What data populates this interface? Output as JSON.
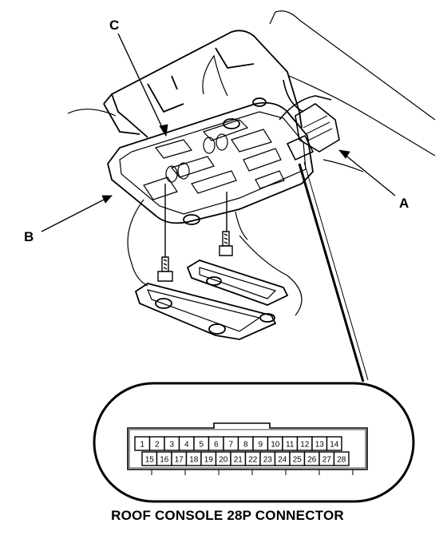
{
  "callouts": {
    "a": "A",
    "b": "B",
    "c": "C"
  },
  "connector": {
    "caption": "ROOF CONSOLE 28P CONNECTOR",
    "top_row": [
      "1",
      "2",
      "3",
      "4",
      "5",
      "6",
      "7",
      "8",
      "9",
      "10",
      "11",
      "12",
      "13",
      "14"
    ],
    "bottom_row": [
      "15",
      "16",
      "17",
      "18",
      "19",
      "20",
      "21",
      "22",
      "23",
      "24",
      "25",
      "26",
      "27",
      "28"
    ]
  },
  "colors": {
    "ink": "#000000",
    "paper": "#ffffff"
  }
}
